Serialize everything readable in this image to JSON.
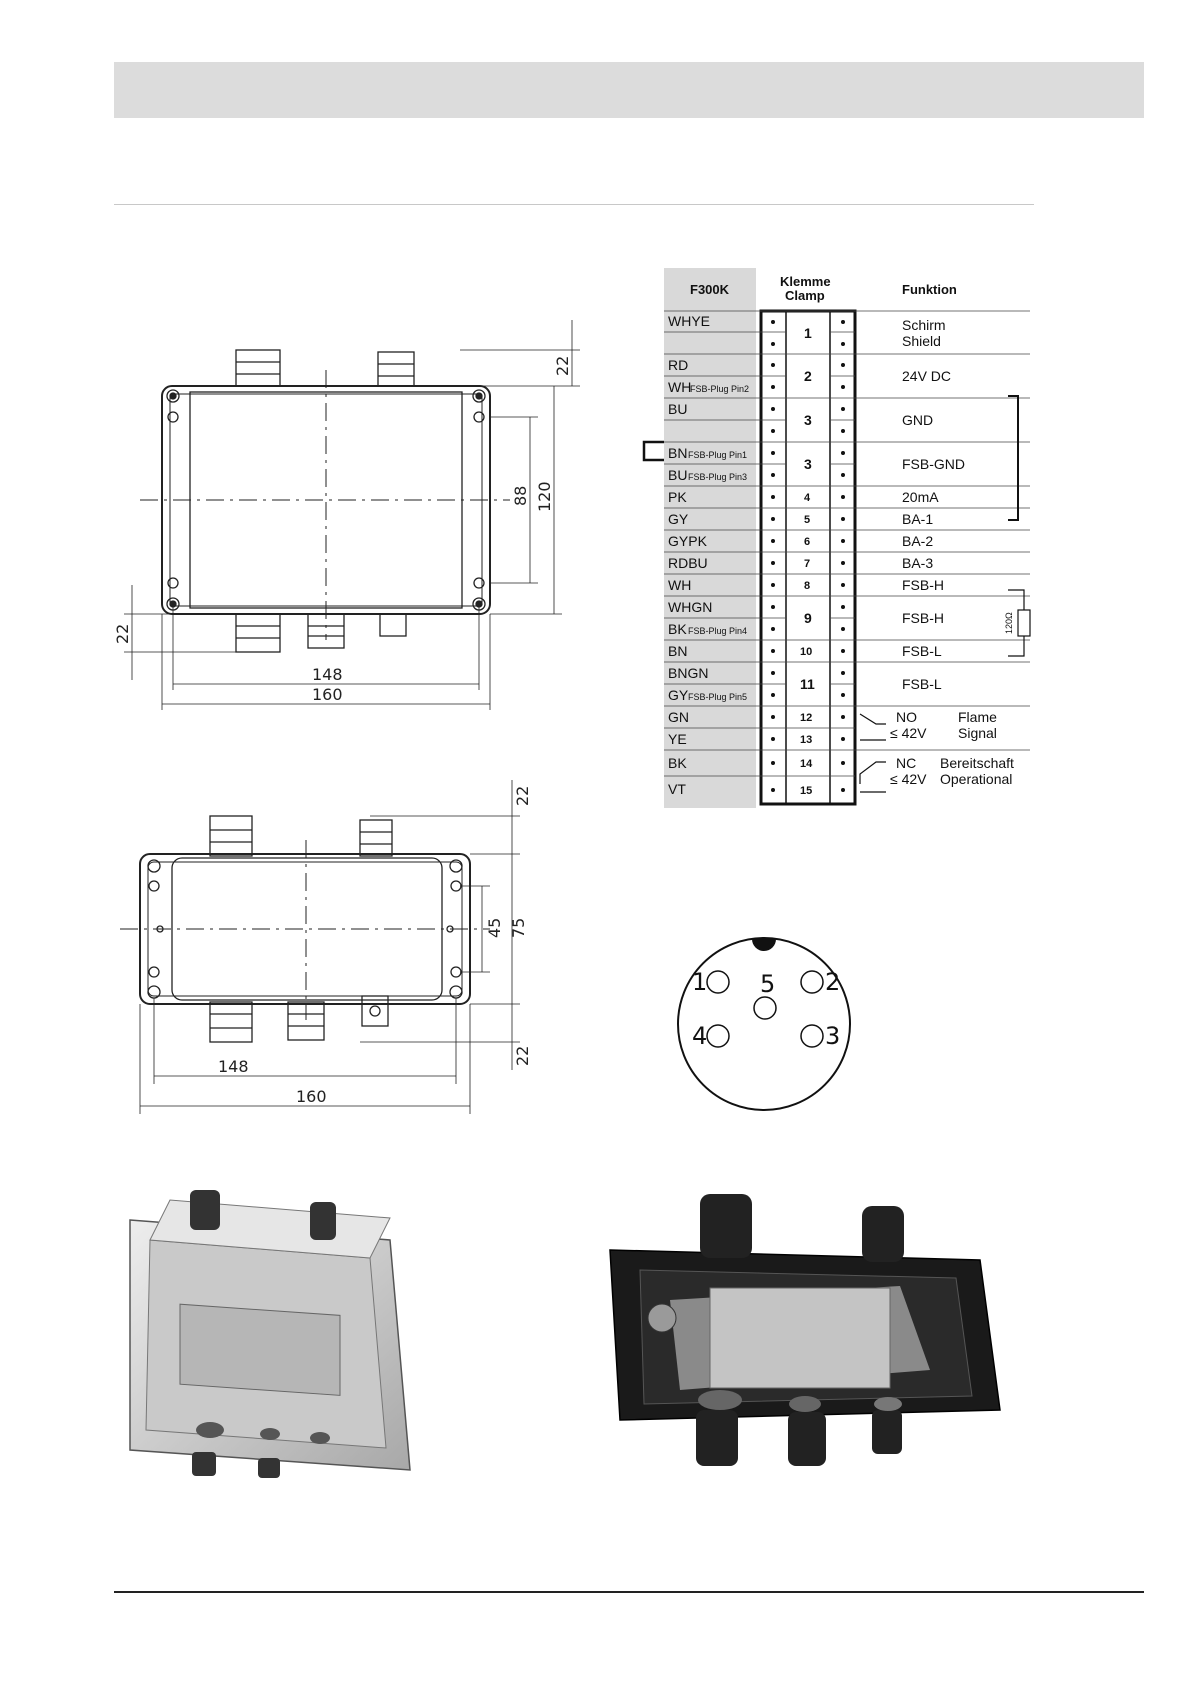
{
  "drawings": {
    "top_view": {
      "dim_width_inner": "148",
      "dim_width_outer": "160",
      "dim_height_inner": "88",
      "dim_height_outer": "120",
      "dim_gland_top": "22",
      "dim_gland_bottom": "22"
    },
    "front_view": {
      "dim_width_inner": "148",
      "dim_width_outer": "160",
      "dim_height_inner": "45",
      "dim_height_outer": "75",
      "dim_gland_top": "22",
      "dim_gland_bottom": "22"
    }
  },
  "terminal_table": {
    "header": {
      "col1": "F300K",
      "col2_line1": "Klemme",
      "col2_line2": "Clamp",
      "col3": "Funktion"
    },
    "wires": [
      {
        "color": "WHYE",
        "note": ""
      },
      {
        "color": "RD",
        "note": ""
      },
      {
        "color": "WH",
        "note": "FSB-Plug Pin2"
      },
      {
        "color": "BU",
        "note": ""
      },
      {
        "color": "BN",
        "note": "FSB-Plug Pin1"
      },
      {
        "color": "BU",
        "note": "FSB-Plug Pin3"
      },
      {
        "color": "PK",
        "note": ""
      },
      {
        "color": "GY",
        "note": ""
      },
      {
        "color": "GYPK",
        "note": ""
      },
      {
        "color": "RDBU",
        "note": ""
      },
      {
        "color": "WH",
        "note": ""
      },
      {
        "color": "WHGN",
        "note": ""
      },
      {
        "color": "BK",
        "note": "FSB-Plug Pin4"
      },
      {
        "color": "BN",
        "note": ""
      },
      {
        "color": "BNGN",
        "note": ""
      },
      {
        "color": "GY",
        "note": "FSB-Plug Pin5"
      },
      {
        "color": "GN",
        "note": ""
      },
      {
        "color": "YE",
        "note": ""
      },
      {
        "color": "BK",
        "note": ""
      },
      {
        "color": "VT",
        "note": ""
      }
    ],
    "clamps": [
      "1",
      "2",
      "3",
      "3",
      "4",
      "5",
      "6",
      "7",
      "8",
      "9",
      "10",
      "11",
      "12",
      "13",
      "14",
      "15"
    ],
    "functions": {
      "f1a": "Schirm",
      "f1b": "Shield",
      "f2": "24V DC",
      "f3": "GND",
      "f3b": "FSB-GND",
      "f4": "20mA",
      "f5": "BA-1",
      "f6": "BA-2",
      "f7": "BA-3",
      "f8": "FSB-H",
      "f9": "FSB-H",
      "f10": "FSB-L",
      "f11": "FSB-L",
      "no": "NO",
      "no_v": "≤ 42V",
      "flame": "Flame",
      "signal": "Signal",
      "nc": "NC",
      "nc_v": "≤ 42V",
      "bereit": "Bereitschaft",
      "oper": "Operational",
      "resistor": "120Ω"
    }
  },
  "connector": {
    "pins": [
      "1",
      "2",
      "3",
      "4",
      "5"
    ]
  }
}
